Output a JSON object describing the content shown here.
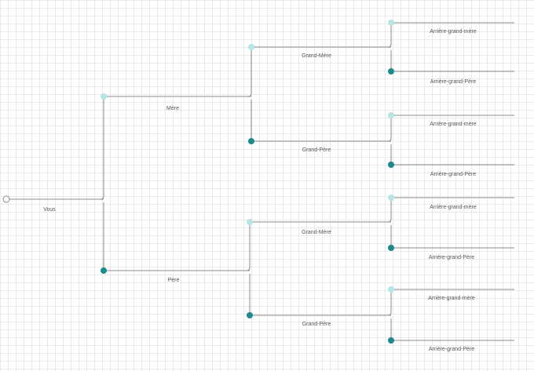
{
  "tree": {
    "root": {
      "label": "Vous"
    },
    "parents": [
      {
        "label": "Mère",
        "kind": "female",
        "grandparents": [
          {
            "label": "Grand-Mère",
            "kind": "female",
            "great": [
              {
                "label": "Arrière-grand-mère",
                "kind": "female"
              },
              {
                "label": "Arrière-grand-Père",
                "kind": "male"
              }
            ]
          },
          {
            "label": "Grand-Père",
            "kind": "male",
            "great": [
              {
                "label": "Arrière-grand-mère",
                "kind": "female"
              },
              {
                "label": "Arrière-grand-Père",
                "kind": "male"
              }
            ]
          }
        ]
      },
      {
        "label": "Père",
        "kind": "male",
        "grandparents": [
          {
            "label": "Grand-Mère",
            "kind": "female",
            "great": [
              {
                "label": "Arrière-grand-mère",
                "kind": "female"
              },
              {
                "label": "Arrière-grand-Père",
                "kind": "male"
              }
            ]
          },
          {
            "label": "Grand-Père",
            "kind": "male",
            "great": [
              {
                "label": "Arrière-grand-mère",
                "kind": "female"
              },
              {
                "label": "Arrière-grand-Père",
                "kind": "male"
              }
            ]
          }
        ]
      }
    ]
  },
  "colors": {
    "female": "#b5e5e6",
    "male": "#1a8a8c",
    "line": "#8a8a8a",
    "root_fill": "#ffffff"
  }
}
